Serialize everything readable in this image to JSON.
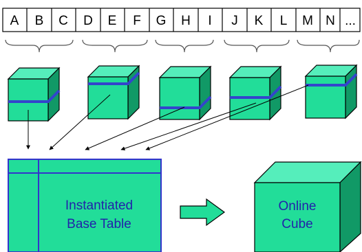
{
  "columns": [
    "A",
    "B",
    "C",
    "D",
    "E",
    "F",
    "G",
    "H",
    "I",
    "J",
    "K",
    "L",
    "M",
    "N",
    "..."
  ],
  "cube_count": 5,
  "base_table": {
    "line1": "Instantiated",
    "line2": "Base Table"
  },
  "online_cube": {
    "line1": "Online",
    "line2": "Cube"
  },
  "colors": {
    "cube_front": "#22dd99",
    "cube_top": "#55eebb",
    "cube_side": "#119966",
    "stripe": "#3344cc",
    "table_fill": "#22dd99",
    "table_border": "#3333cc",
    "label_text": "#2222aa",
    "arrow_fill": "#22dd99"
  }
}
